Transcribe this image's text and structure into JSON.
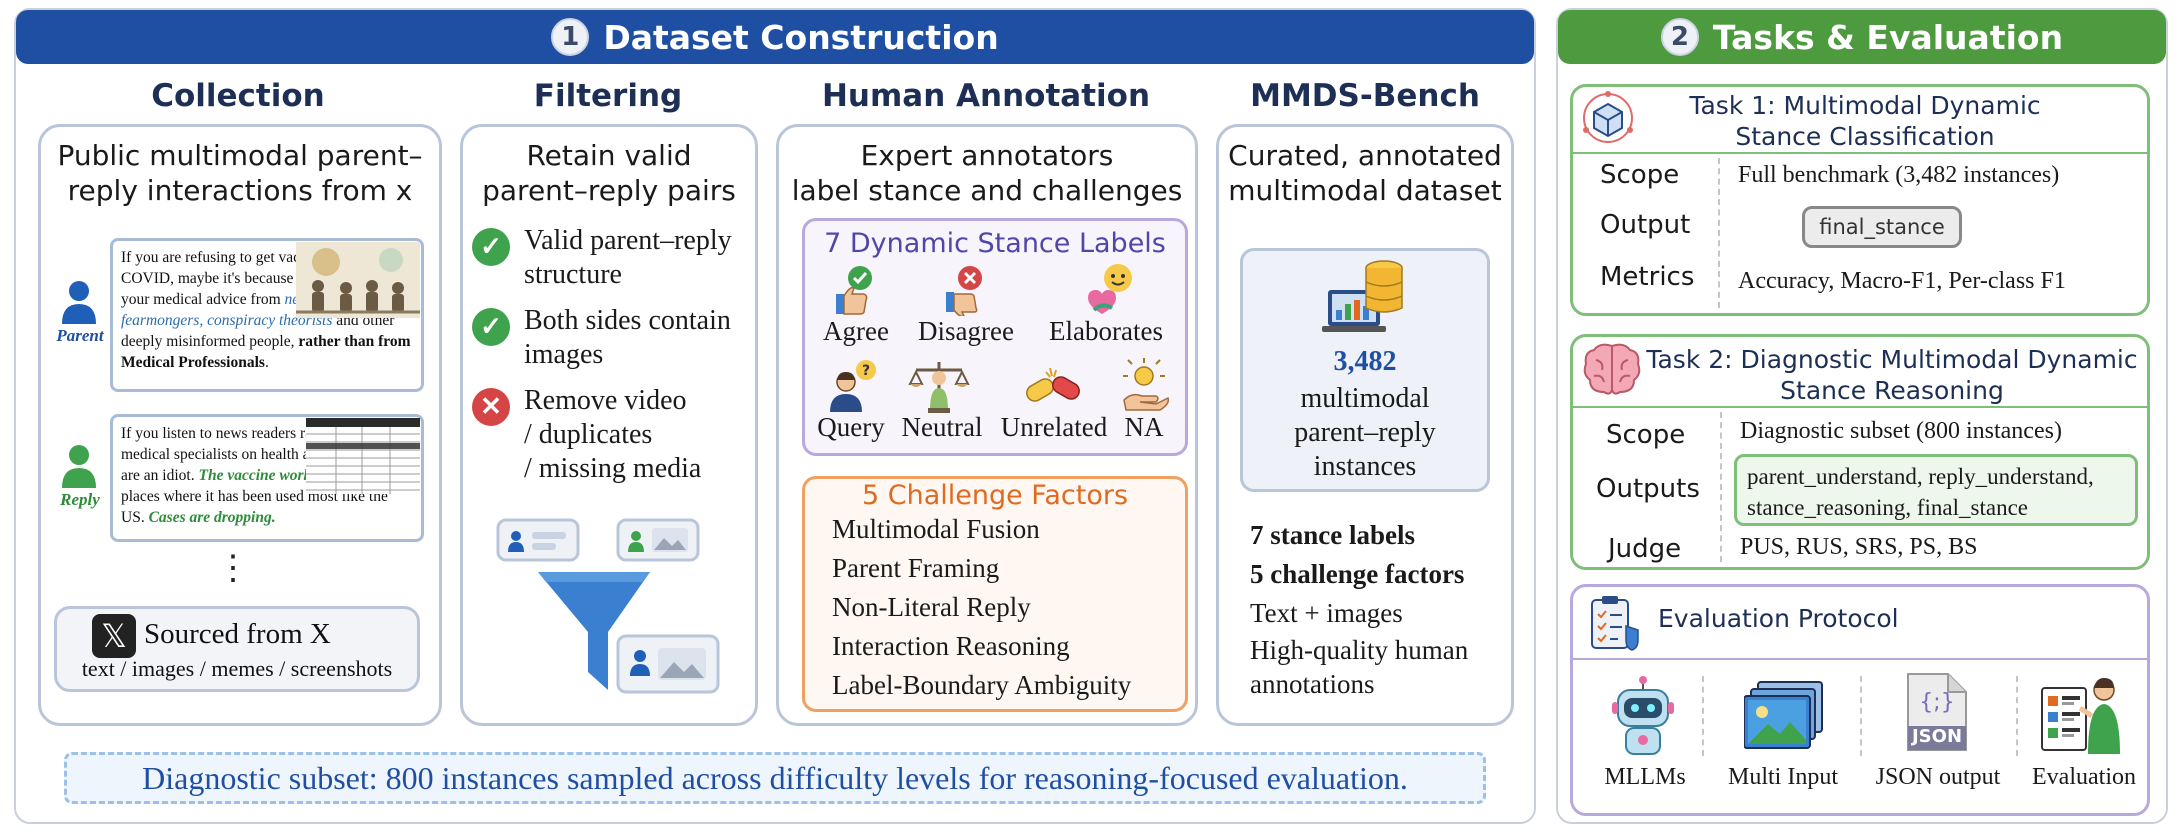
{
  "left_section": {
    "number": "1",
    "title": "Dataset Construction"
  },
  "right_section": {
    "number": "2",
    "title": "Tasks & Evaluation"
  },
  "collection": {
    "title": "Collection",
    "desc_line1": "Public multimodal parent–",
    "desc_line2": "reply interactions from x",
    "parent_label": "Parent",
    "reply_label": "Reply",
    "parent_text_1": "If you are refusing to get vaccinated against COVID, maybe it's because you are getting your medical advice from ",
    "parent_text_blue": "news pundits, fearmongers, conspiracy theorists",
    "parent_text_2": " and other deeply misinformed people, ",
    "parent_text_bold": "rather than from Medical Professionals",
    "parent_text_end": ".",
    "reply_text_1": "If you listen to news readers rather than medical specialists on health advice then you are an idiot. ",
    "reply_text_green1": "The vaccine works.",
    "reply_text_2": " Look at the places where it has been used most like the US. ",
    "reply_text_green2": "Cases are dropping.",
    "ellipsis": "⋮",
    "source_title": "Sourced from X",
    "source_sub": "text / images / memes / screenshots"
  },
  "filtering": {
    "title": "Filtering",
    "desc_line1": "Retain valid",
    "desc_line2": "parent–reply pairs",
    "items": [
      {
        "line1": "Valid parent–reply",
        "line2": "structure",
        "line3": "",
        "status": "pass"
      },
      {
        "line1": "Both sides contain",
        "line2": "images",
        "line3": "",
        "status": "pass"
      },
      {
        "line1": "Remove video",
        "line2": "/ duplicates",
        "line3": "/ missing media",
        "status": "fail"
      }
    ]
  },
  "annotation": {
    "title": "Human Annotation",
    "desc_line1": "Expert annotators",
    "desc_line2": "label stance and challenges",
    "stance_title": "7 Dynamic Stance Labels",
    "stances": [
      "Agree",
      "Disagree",
      "Elaborates",
      "Query",
      "Neutral",
      "Unrelated",
      "NA"
    ],
    "challenge_title": "5 Challenge Factors",
    "challenges": [
      "Multimodal Fusion",
      "Parent Framing",
      "Non-Literal Reply",
      "Interaction Reasoning",
      "Label-Boundary Ambiguity"
    ]
  },
  "bench": {
    "title": "MMDS-Bench",
    "desc_line1": "Curated, annotated",
    "desc_line2": "multimodal dataset",
    "count": "3,482",
    "count_line1": "multimodal",
    "count_line2": "parent–reply",
    "count_line3": "instances",
    "stat1": "7 stance labels",
    "stat2": "5 challenge factors",
    "stat3": "Text + images",
    "stat4_line1": "High-quality human",
    "stat4_line2": "annotations"
  },
  "diagnostic_note": "Diagnostic subset: 800 instances sampled across difficulty levels for reasoning-focused evaluation.",
  "task1": {
    "title_line1": "Task 1: Multimodal Dynamic",
    "title_line2": "Stance Classification",
    "scope_label": "Scope",
    "scope_value": "Full benchmark (3,482 instances)",
    "output_label": "Output",
    "output_value": "final_stance",
    "metrics_label": "Metrics",
    "metrics_value": "Accuracy, Macro-F1, Per-class F1"
  },
  "task2": {
    "title_line1": "Task 2: Diagnostic Multimodal Dynamic",
    "title_line2": "Stance Reasoning",
    "scope_label": "Scope",
    "scope_value": "Diagnostic subset (800 instances)",
    "outputs_label": "Outputs",
    "outputs_line1": "parent_understand, reply_understand,",
    "outputs_line2": "stance_reasoning, final_stance",
    "judge_label": "Judge",
    "judge_value": "PUS, RUS, SRS, PS, BS"
  },
  "protocol": {
    "title": "Evaluation Protocol",
    "items": [
      "MLLMs",
      "Multi Input",
      "JSON output",
      "Evaluation"
    ],
    "json_icon_text": "JSON",
    "json_braces": "{;}"
  },
  "colors": {
    "left_banner": "#1f4fa3",
    "right_banner": "#4e9a3f",
    "pass": "#3fa34d",
    "fail": "#d64545",
    "stance_border": "#b9a8db",
    "stance_title": "#4f46a8",
    "challenge_border": "#f0a060",
    "challenge_title": "#e06a20",
    "count_blue": "#1f4fa3"
  },
  "icons": [
    "person-icon",
    "x-logo-icon",
    "check-icon",
    "cross-icon",
    "funnel-icon",
    "database-icon",
    "cube-icon",
    "brain-icon",
    "clipboard-icon",
    "robot-icon",
    "images-icon",
    "json-file-icon",
    "presenter-icon"
  ]
}
